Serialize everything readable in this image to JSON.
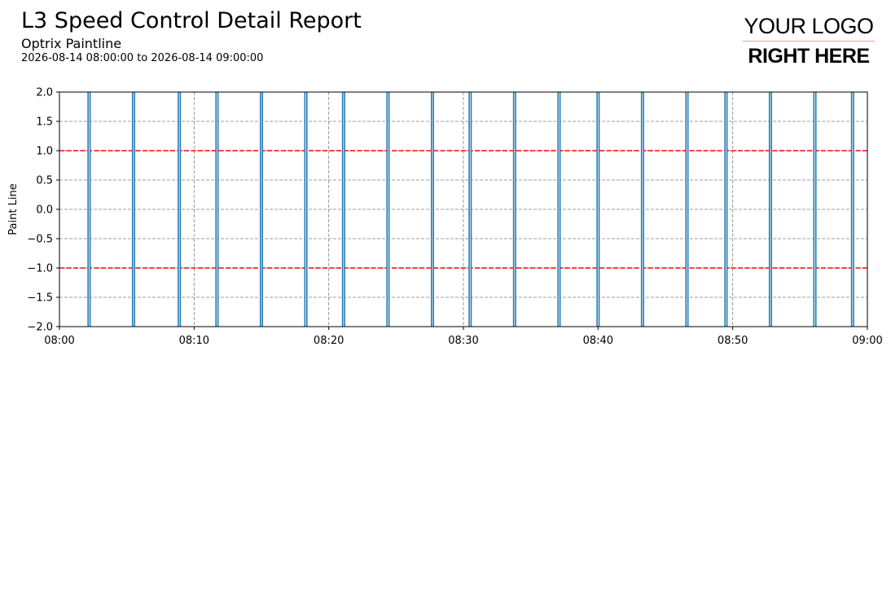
{
  "header": {
    "title": "L3 Speed Control Detail Report",
    "subtitle": "Optrix Paintline",
    "date_range": "2026-08-14 08:00:00 to 2026-08-14 09:00:00"
  },
  "logo": {
    "line1": "YOUR LOGO",
    "line2": "RIGHT HERE"
  },
  "colors": {
    "series": "#1f77b4",
    "limit": "#ff0000",
    "grid": "#808080"
  },
  "chart_data": {
    "type": "bar",
    "title": "",
    "xlabel": "",
    "ylabel": "Paint Line",
    "x_range_minutes": [
      0,
      60
    ],
    "ylim": [
      -2.0,
      2.0
    ],
    "x_tick_labels": [
      "08:00",
      "08:10",
      "08:20",
      "08:30",
      "08:40",
      "08:50",
      "09:00"
    ],
    "y_tick_labels": [
      "2.0",
      "1.5",
      "1.0",
      "0.5",
      "0.0",
      "−0.5",
      "−1.0",
      "−1.5",
      "−2.0"
    ],
    "y_ticks": [
      2.0,
      1.5,
      1.0,
      0.5,
      0.0,
      -0.5,
      -1.0,
      -1.5,
      -2.0
    ],
    "grid": true,
    "limits": [
      {
        "name": "upper",
        "value": 1.0
      },
      {
        "name": "lower",
        "value": -1.0
      }
    ],
    "series": [
      {
        "event_minutes": [
          2.2,
          5.5,
          8.9,
          11.7,
          15.0,
          18.3,
          21.1,
          24.4,
          27.7,
          30.5,
          33.8,
          37.1,
          40.0,
          43.3,
          46.6,
          49.5,
          52.8,
          56.1,
          58.9
        ]
      }
    ]
  }
}
